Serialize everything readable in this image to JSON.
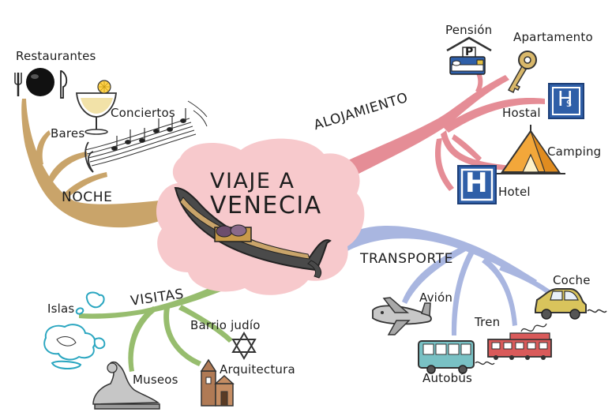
{
  "center": {
    "line1": "VIAJE A",
    "line2": "VENECIA"
  },
  "branches": {
    "noche": {
      "label": "NOCHE",
      "items": {
        "restaurantes": "Restaurantes",
        "bares": "Bares",
        "conciertos": "Conciertos"
      }
    },
    "alojamiento": {
      "label": "ALOJAMIENTO",
      "items": {
        "pension": "Pensión",
        "apartamento": "Apartamento",
        "hostal": "Hostal",
        "camping": "Camping",
        "hotel": "Hotel"
      }
    },
    "transporte": {
      "label": "TRANSPORTE",
      "items": {
        "avion": "Avión",
        "coche": "Coche",
        "tren": "Tren",
        "autobus": "Autobús"
      }
    },
    "visitas": {
      "label": "VISITAS",
      "items": {
        "islas": "Islas",
        "barrio_judio": "Barrio judío",
        "museos": "Museos",
        "arquitectura": "Arquitectura"
      }
    }
  },
  "signs": {
    "pension_letter": "P",
    "hostal_letter": "H",
    "hostal_sub": "S",
    "hotel_letter": "H"
  },
  "colors": {
    "noche": "#c9a46a",
    "alojamiento": "#e58d96",
    "transporte": "#a9b6e0",
    "visitas": "#97bd6e",
    "cloud": "#f7c9cc",
    "hotel_sign": "#2f5fa8"
  }
}
